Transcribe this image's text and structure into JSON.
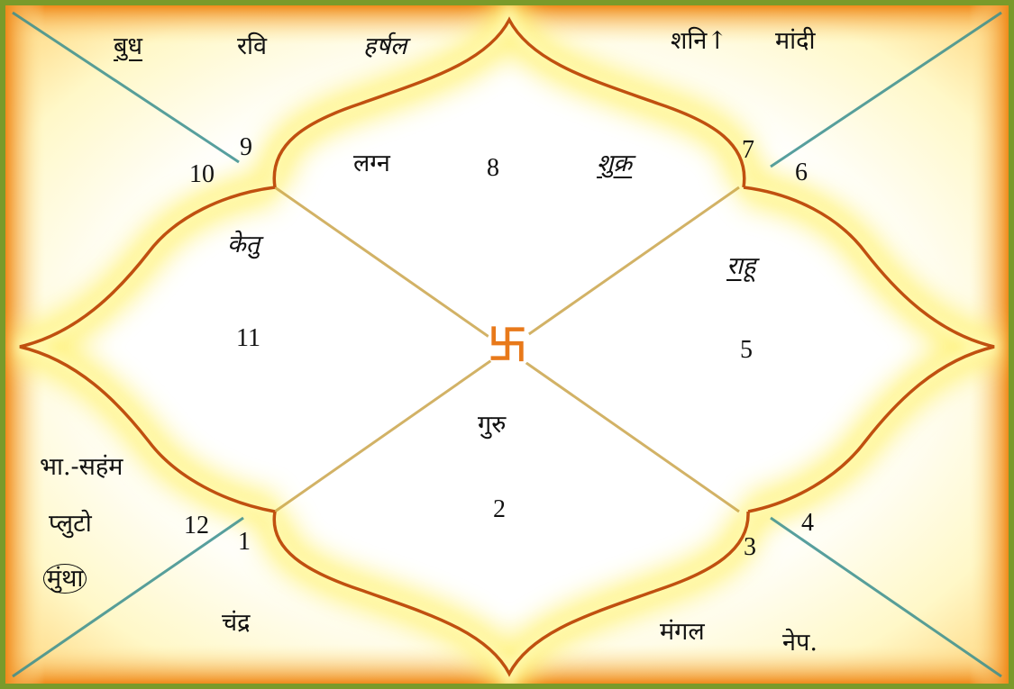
{
  "colors": {
    "outer_border": "#7a9a2a",
    "orange": "#f08a1a",
    "glow": "#fff27a",
    "petal_outline": "#c05010",
    "diagonal_top": "#3a8f8f",
    "diagonal_center": "#c8a040",
    "swastika": "#e8791a"
  },
  "center_symbol": {
    "icon": "swastika-icon",
    "glyph": "卐"
  },
  "houses": {
    "h1": "1",
    "h2": "2",
    "h3": "3",
    "h4": "4",
    "h5": "5",
    "h6": "6",
    "h7": "7",
    "h8": "8",
    "h9": "9",
    "h10": "10",
    "h11": "11",
    "h12": "12"
  },
  "planets": {
    "budh": "बुध",
    "ravi": "रवि",
    "harshal": "हर्षल",
    "shani": "शनि",
    "shani_marker": "↑",
    "mandi": "मांदी",
    "lagna": "लग्न",
    "shukra": "शुक्र",
    "ketu": "केतु",
    "rahu": "राहू",
    "guru": "गुरु",
    "bha_saham": "भा.-सहंम",
    "pluto": "प्लुटो",
    "muntha": "मुंथा",
    "chandra": "चंद्र",
    "mangal": "मंगल",
    "nep": "नेप."
  }
}
